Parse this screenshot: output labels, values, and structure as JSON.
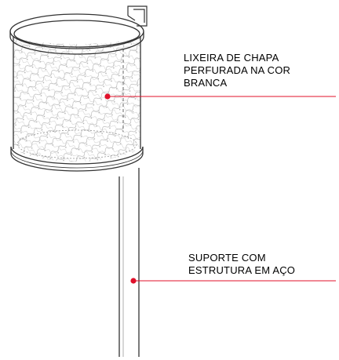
{
  "annotations": {
    "bin": {
      "lines": [
        "LIXEIRA DE CHAPA",
        "PERFURADA NA COR",
        "BRANCA"
      ]
    },
    "post": {
      "lines": [
        "SUPORTE COM",
        "ESTRUTURA EM AÇO"
      ]
    }
  },
  "colors": {
    "linework": "#333333",
    "pattern": "#9a9a9a",
    "leader": "#e0102a",
    "text": "#000000"
  }
}
